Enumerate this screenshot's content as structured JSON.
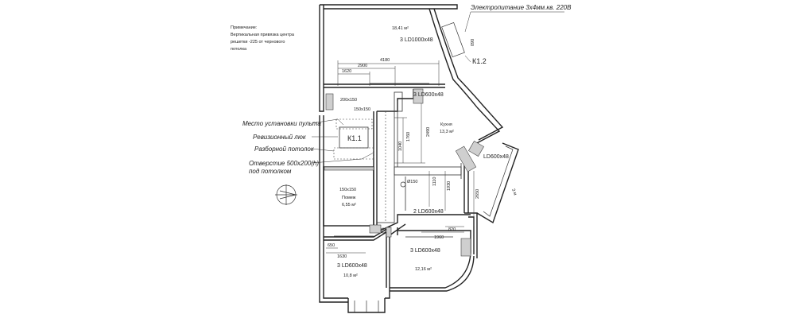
{
  "note": {
    "title": "Примечание:",
    "line1": "Вертикальная привязка центра",
    "line2": "решетки -225 от чернового",
    "line3": "потолка"
  },
  "callouts": {
    "power": "Электропитание 3х4мм.кв. 220В",
    "remote": "Место установки пульта",
    "hatch": "Ревизионный люк",
    "ceiling": "Разборной потолок",
    "opening1": "Отверстие 500х200(h)",
    "opening2": "под потолком"
  },
  "units": {
    "k11": "К1.1",
    "k12": "К1.2"
  },
  "rooms": {
    "top_area": "18,41 м²",
    "kitchen_name": "Кухня",
    "kitchen_area": "13,3 м²",
    "pantry_name": "Помеж",
    "pantry_area": "6,55 м²",
    "bath_area": "10,8 м²",
    "right_area": "12,16 м²"
  },
  "grilles": {
    "g1": "3 LD1000х48",
    "g2": "3 LD600х48",
    "g3": "LD600х48",
    "g4": "2 LD600х48",
    "g5": "3 LD600х48",
    "g6": "3 LD600х48"
  },
  "dims": {
    "d4180": "4180",
    "d2900": "2900",
    "d1620": "1620",
    "d200x150": "200х150",
    "d150x150a": "150х150",
    "d150x150b": "150х150",
    "d1760": "1760",
    "d2490": "2490",
    "d1040": "1040",
    "d090": "090",
    "d1110": "1110",
    "d1930": "1930",
    "d150": "Ø150",
    "d2650": "2650",
    "d820": "820",
    "d1960": "1960",
    "d650": "650",
    "d1630": "1630",
    "d3m": "3 м"
  }
}
